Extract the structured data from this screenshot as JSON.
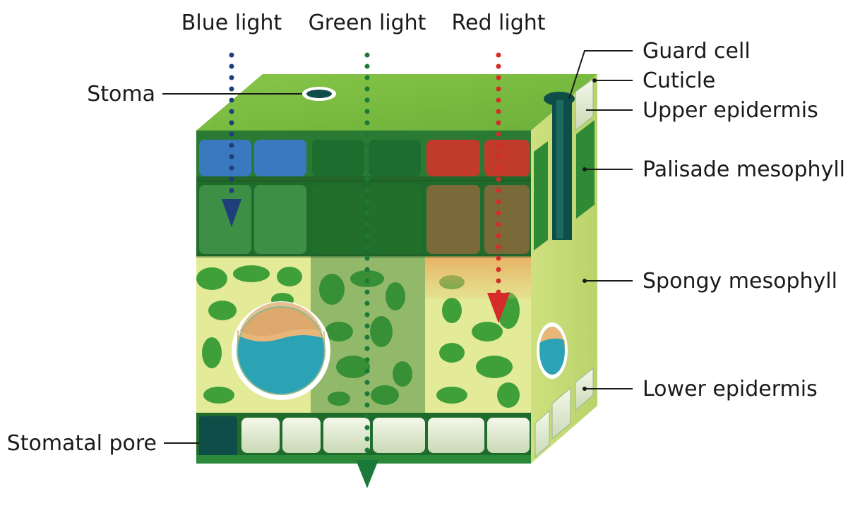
{
  "diagram": {
    "light_beams": [
      {
        "label": "Blue light",
        "color": "#1e3f7a"
      },
      {
        "label": "Green light",
        "color": "#1b7a3a"
      },
      {
        "label": "Red light",
        "color": "#d52b2b"
      }
    ],
    "labels": {
      "stoma": "Stoma",
      "stomatal_pore": "Stomatal pore",
      "guard_cell": "Guard cell",
      "cuticle": "Cuticle",
      "upper_epidermis": "Upper epidermis",
      "palisade_mesophyll": "Palisade mesophyll",
      "spongy_mesophyll": "Spongy mesophyll",
      "lower_epidermis": "Lower epidermis"
    },
    "colors": {
      "leaf_top": "#7cbd3f",
      "palisade": "#2f8a35",
      "spongy_bg": "#e3eb98",
      "spongy_blob": "#3fa03a",
      "epidermis": "#e8efd6",
      "dark_edge": "#1f6b2b",
      "pore": "#0f4d48"
    }
  }
}
